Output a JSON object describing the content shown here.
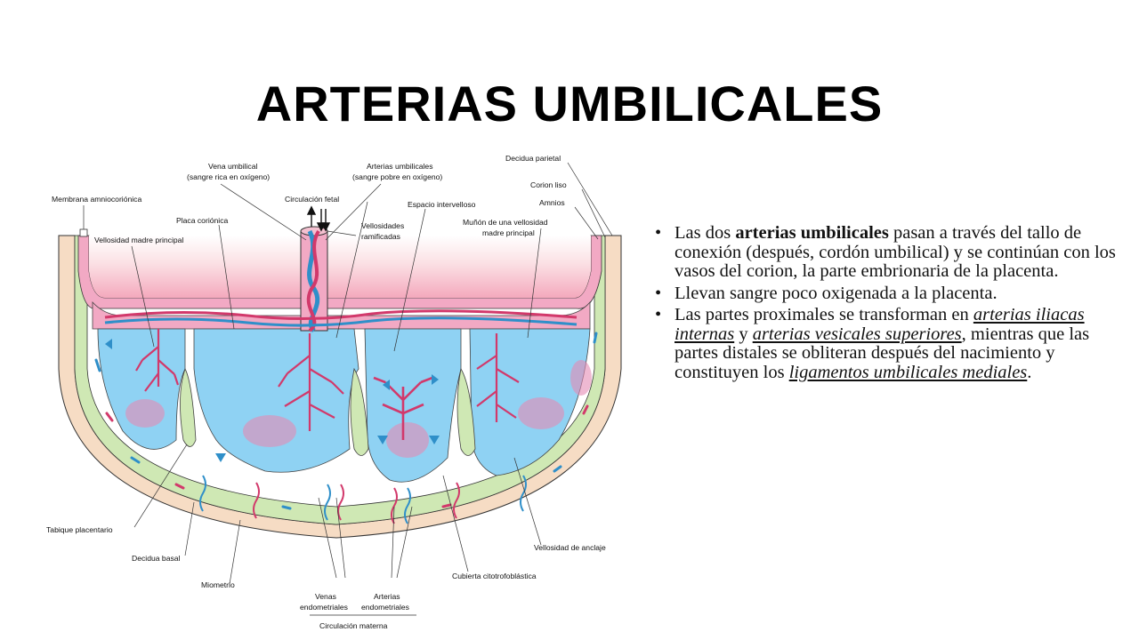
{
  "slide": {
    "title": "ARTERIAS UMBILICALES"
  },
  "diagram": {
    "labels": {
      "vena_umbilical_1": "Vena umbilical",
      "vena_umbilical_2": "(sangre rica en oxígeno)",
      "arterias_umbilicales_1": "Arterias umbilicales",
      "arterias_umbilicales_2": "(sangre pobre en oxígeno)",
      "decidua_parietal": "Decidua parietal",
      "corion_liso": "Corion liso",
      "amnios": "Amnios",
      "membrana_amniocorionica": "Membrana amniocoriónica",
      "circulacion_fetal": "Circulación fetal",
      "espacio_intervelloso": "Espacio intervelloso",
      "placa_corionica": "Placa coriónica",
      "vellosidades_1": "Vellosidades",
      "vellosidades_2": "ramificadas",
      "munon_1": "Muñón de una vellosidad",
      "munon_2": "madre principal",
      "vellosidad_madre": "Vellosidad madre principal",
      "tabique_placentario": "Tabique placentario",
      "decidua_basal": "Decidua basal",
      "miometrio": "Miometrio",
      "venas_1": "Venas",
      "venas_2": "endometriales",
      "arterias_1": "Arterias",
      "arterias_2": "endometriales",
      "circulacion_materna": "Circulación materna",
      "cubierta": "Cubierta citotrofoblástica",
      "vellosidad_anclaje": "Vellosidad de anclaje"
    }
  },
  "bullets": {
    "b1_pre": "Las dos ",
    "b1_bold": "arterias umbilicales",
    "b1_post": " pasan a través del tallo de conexión (después, cordón umbilical) y se continúan con los vasos del corion, la parte embrionaria de la placenta.",
    "b2": "Llevan sangre poco oxigenada a la placenta.",
    "b3_pre": "Las partes proximales se transforman en ",
    "b3_link1": "arterias iliacas internas",
    "b3_mid1": " y ",
    "b3_link2": "arterias vesicales superiores",
    "b3_mid2": ", mientras que las partes distales se obliteran después del nacimiento y constituyen los ",
    "b3_link3": "ligamentos umbilicales mediales",
    "b3_post": ".",
    "marker": "•"
  },
  "colors": {
    "pink": "#f2a9c4",
    "blue": "#8fd2f3",
    "green": "#cfe8b4",
    "beige": "#f6dcc4",
    "artery": "#d2396b",
    "vein": "#2f8fc9"
  }
}
